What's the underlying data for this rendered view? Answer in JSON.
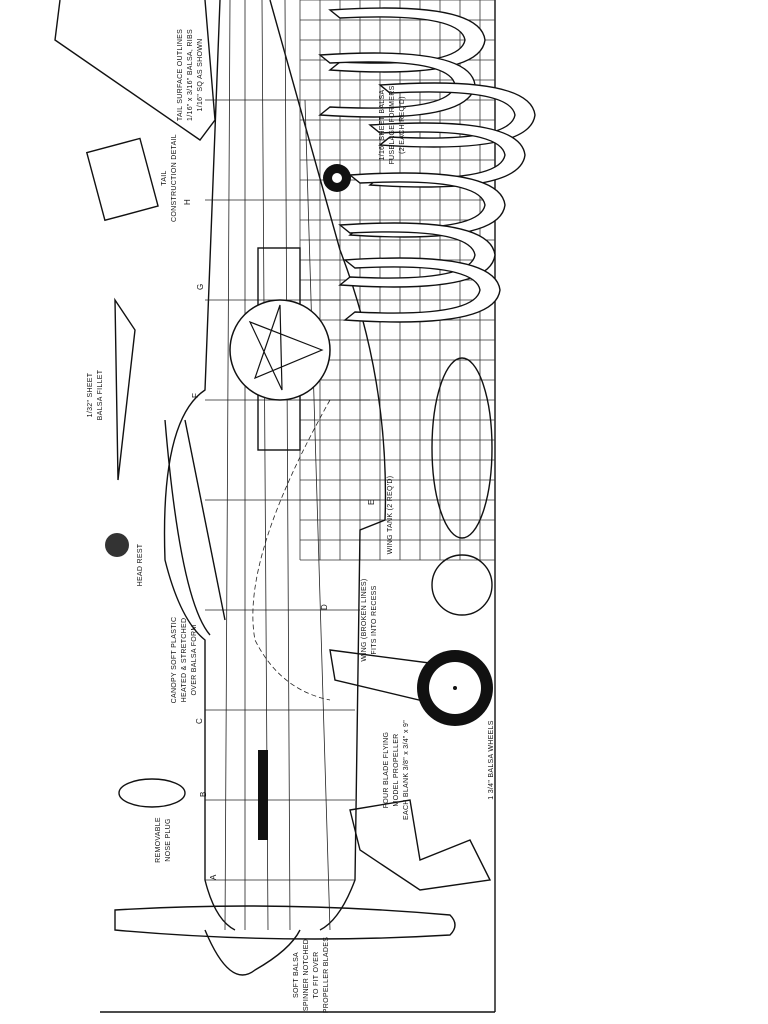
{
  "labels": {
    "tail_surface": [
      "TAIL SURFACE OUTLINES",
      "1/16\" x 3/16\" BALSA, RIBS",
      "1/16\" SQ AS SHOWN"
    ],
    "tail_detail": [
      "TAIL",
      "CONSTRUCTION DETAIL"
    ],
    "formers": [
      "1/16\" SHEET BALSA",
      "FUSELAGE FORMERS",
      "(2 EACH REQ'D)"
    ],
    "fillet": [
      "1/32\" SHEET",
      "BALSA FILLET"
    ],
    "head_rest": "HEAD REST",
    "wing_tank": "WING TANK (2 REQ'D)",
    "canopy": [
      "CANOPY SOFT PLASTIC",
      "HEATED & STRETCHED",
      "OVER BALSA FORM"
    ],
    "wing": [
      "WING (BROKEN LINES)",
      "FITS INTO RECESS"
    ],
    "wheels": "1 3/4\" BALSA WHEELS",
    "propeller": [
      "FOUR BLADE FLYING",
      "MODEL PROPELLER",
      "EACH BLANK 3/8\" x 3/4\" x 9\""
    ],
    "nose_plug": [
      "REMOVABLE",
      "NOSE PLUG"
    ],
    "spinner": [
      "SOFT BALSA",
      "SPINNER NOTCHED",
      "TO FIT OVER",
      "PROPELLER BLADES"
    ]
  },
  "stations": [
    "A",
    "B",
    "C",
    "D",
    "E",
    "F",
    "G",
    "H"
  ]
}
